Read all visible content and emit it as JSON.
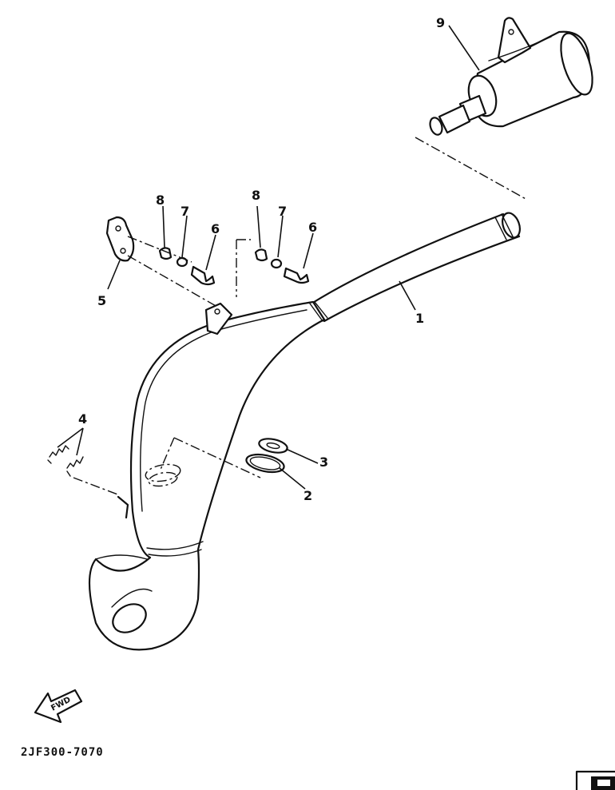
{
  "callouts": {
    "c1": "1",
    "c2": "2",
    "c3": "3",
    "c4": "4",
    "c5": "5",
    "c6a": "6",
    "c6b": "6",
    "c7a": "7",
    "c7b": "7",
    "c8a": "8",
    "c8b": "8",
    "c9": "9"
  },
  "fwd_label": "FWD",
  "diagram_code": "2JF300-7070"
}
